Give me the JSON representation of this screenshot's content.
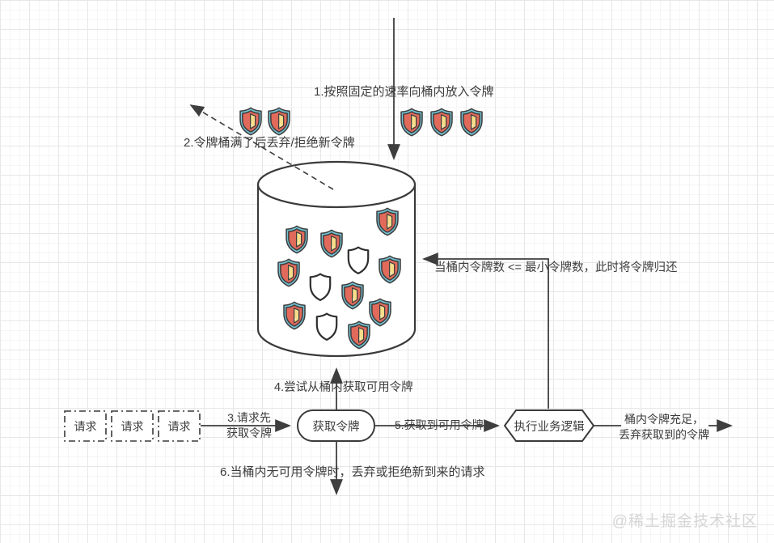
{
  "diagram": {
    "annotations": {
      "step1": "1.按照固定的速率向桶内放入令牌",
      "step2": "2.令牌桶满了后丢弃/拒绝新令牌",
      "step3_line1": "3.请求先",
      "step3_line2": "获取令牌",
      "step4": "4.尝试从桶内获取可用令牌",
      "step5": "5.获取到可用令牌",
      "step6": "6.当桶内无可用令牌时，丢弃或拒绝新到来的请求",
      "return_note": "当桶内令牌数 <= 最小令牌数，此时将令牌归还",
      "sufficient_line1": "桶内令牌充足，",
      "sufficient_line2": "丢弃获取到的令牌"
    },
    "nodes": {
      "requests": [
        "请求",
        "请求",
        "请求"
      ],
      "acquire": "获取令牌",
      "business": "执行业务逻辑"
    },
    "icons": {
      "token": "token-shield-icon",
      "empty_token": "empty-shield-icon"
    },
    "counts": {
      "incoming_tokens": 3,
      "rejected_tokens": 2,
      "bucket_tokens": 9,
      "bucket_empty_slots": 3
    },
    "colors": {
      "shield_border": "#73C3D4",
      "shield_body": "#E16A5B",
      "shield_door": "#F8DE8A",
      "line": "#3E3E3E",
      "watermark": "#D6D6D6"
    },
    "watermark": "@稀土掘金技术社区"
  }
}
